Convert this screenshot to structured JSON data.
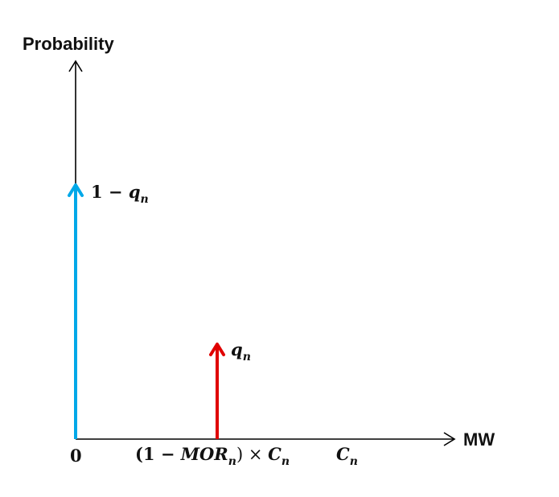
{
  "axes": {
    "y_title": "Probability",
    "x_title": "MW",
    "x_origin_label": "0"
  },
  "labels": {
    "no_outage": {
      "coef": "1 − ",
      "sym": "q",
      "sub": "n"
    },
    "outage": {
      "sym": "q",
      "sub": "n"
    },
    "derated_capacity": {
      "open": "(1 − ",
      "sym": "MOR",
      "sub": "n",
      "close": ")",
      "times": " × ",
      "cap": "C",
      "cap_sub": "n"
    },
    "capacity": {
      "sym": "C",
      "sub": "n"
    }
  },
  "colors": {
    "axis": "#000000",
    "no_outage_arrow": "#00a8e8",
    "outage_arrow": "#e00000",
    "text": "#111111"
  }
}
